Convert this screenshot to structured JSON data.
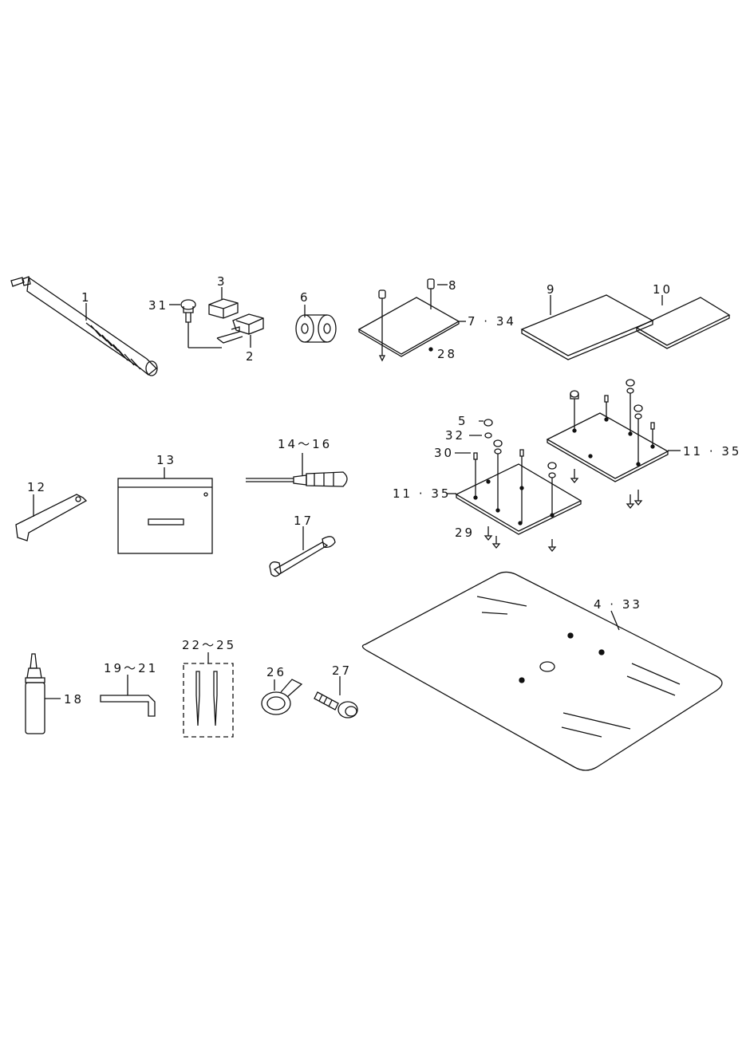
{
  "diagram": {
    "parts": [
      {
        "id": "p1",
        "label": "1"
      },
      {
        "id": "p2",
        "label": "2"
      },
      {
        "id": "p3",
        "label": "3"
      },
      {
        "id": "p31",
        "label": "31"
      },
      {
        "id": "p6",
        "label": "6"
      },
      {
        "id": "p8",
        "label": "8"
      },
      {
        "id": "p7",
        "label": "7 · 34"
      },
      {
        "id": "p28",
        "label": "28"
      },
      {
        "id": "p9",
        "label": "9"
      },
      {
        "id": "p10",
        "label": "10"
      },
      {
        "id": "p5",
        "label": "5"
      },
      {
        "id": "p32",
        "label": "32"
      },
      {
        "id": "p30",
        "label": "30"
      },
      {
        "id": "p11a",
        "label": "11 · 35"
      },
      {
        "id": "p11b",
        "label": "11 · 35"
      },
      {
        "id": "p29",
        "label": "29"
      },
      {
        "id": "p12",
        "label": "12"
      },
      {
        "id": "p13",
        "label": "13"
      },
      {
        "id": "p14",
        "label": "14～16"
      },
      {
        "id": "p17",
        "label": "17"
      },
      {
        "id": "p4",
        "label": "4 · 33"
      },
      {
        "id": "p18",
        "label": "18"
      },
      {
        "id": "p19",
        "label": "19～21"
      },
      {
        "id": "p22",
        "label": "22～25"
      },
      {
        "id": "p26",
        "label": "26"
      },
      {
        "id": "p27",
        "label": "27"
      }
    ]
  }
}
